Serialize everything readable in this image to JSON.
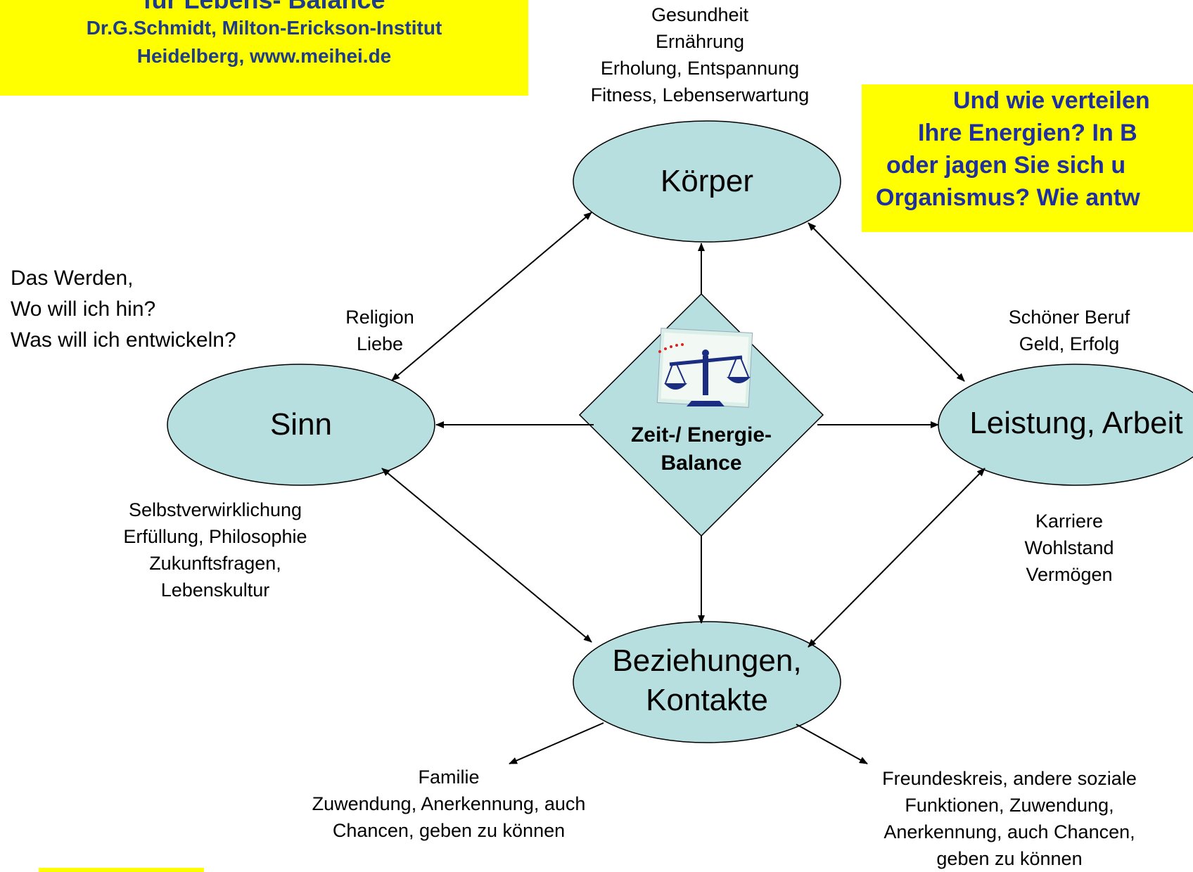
{
  "title": {
    "line1": "für Lebens- Balance",
    "line2": "Dr.G.Schmidt, Milton-Erickson-Institut",
    "line3": "Heidelberg, www.meihei.de"
  },
  "question": {
    "lines": [
      "Und wie verteilen",
      "Ihre Energien? In B",
      "oder jagen Sie sich u",
      "Organismus? Wie antw"
    ]
  },
  "center": {
    "line1": "Zeit-/ Energie-",
    "line2": "Balance"
  },
  "nodes": {
    "koerper": "Körper",
    "sinn": "Sinn",
    "leistung": "Leistung, Arbeit",
    "beziehungen_line1": "Beziehungen,",
    "beziehungen_line2": "Kontakte"
  },
  "labels": {
    "koerper_top": [
      "Gesundheit",
      "Ernährung",
      "Erholung, Entspannung",
      "Fitness, Lebenserwartung"
    ],
    "werden": [
      "Das Werden,",
      "Wo will ich hin?",
      "Was will ich entwickeln?"
    ],
    "religion": [
      "Religion",
      "Liebe"
    ],
    "beruf": [
      "Schöner Beruf",
      "Geld, Erfolg"
    ],
    "sinn_bottom": [
      "Selbstverwirklichung",
      "Erfüllung, Philosophie",
      "Zukunftsfragen,",
      "Lebenskultur"
    ],
    "karriere": [
      "Karriere",
      "Wohlstand",
      "Vermögen"
    ],
    "familie": [
      "Familie",
      "Zuwendung, Anerkennung, auch",
      "Chancen, geben zu können"
    ],
    "freunde": [
      "Freundeskreis, andere soziale",
      "Funktionen, Zuwendung,",
      "Anerkennung, auch Chancen,",
      "geben zu können"
    ]
  },
  "colors": {
    "node_fill": "#b8dfe0",
    "highlight": "#ffff00",
    "title_text": "#1f3c8a",
    "question_text": "#1f2fa0",
    "scale_icon": "#1a2d80"
  },
  "icons": {
    "center_image": "balance-scale-icon"
  }
}
